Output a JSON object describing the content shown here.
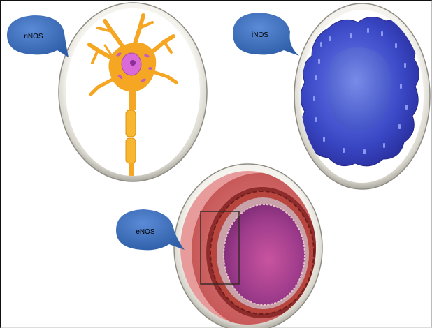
{
  "labels": {
    "nnos": "nNOS",
    "inos": "iNOS",
    "enos": "eNOS"
  },
  "colors": {
    "bubble": "#3f6fbf",
    "ring": "#dcdad2",
    "neuron": "#f5a623",
    "neuron_nucleus": "#d96ad8",
    "macrophage": "#3b48c8",
    "vessel_outer": "#d96b6b",
    "vessel_lumen": "#b0479a"
  },
  "icons": [
    "neuron-illustration",
    "macrophage-illustration",
    "blood-vessel-illustration"
  ]
}
